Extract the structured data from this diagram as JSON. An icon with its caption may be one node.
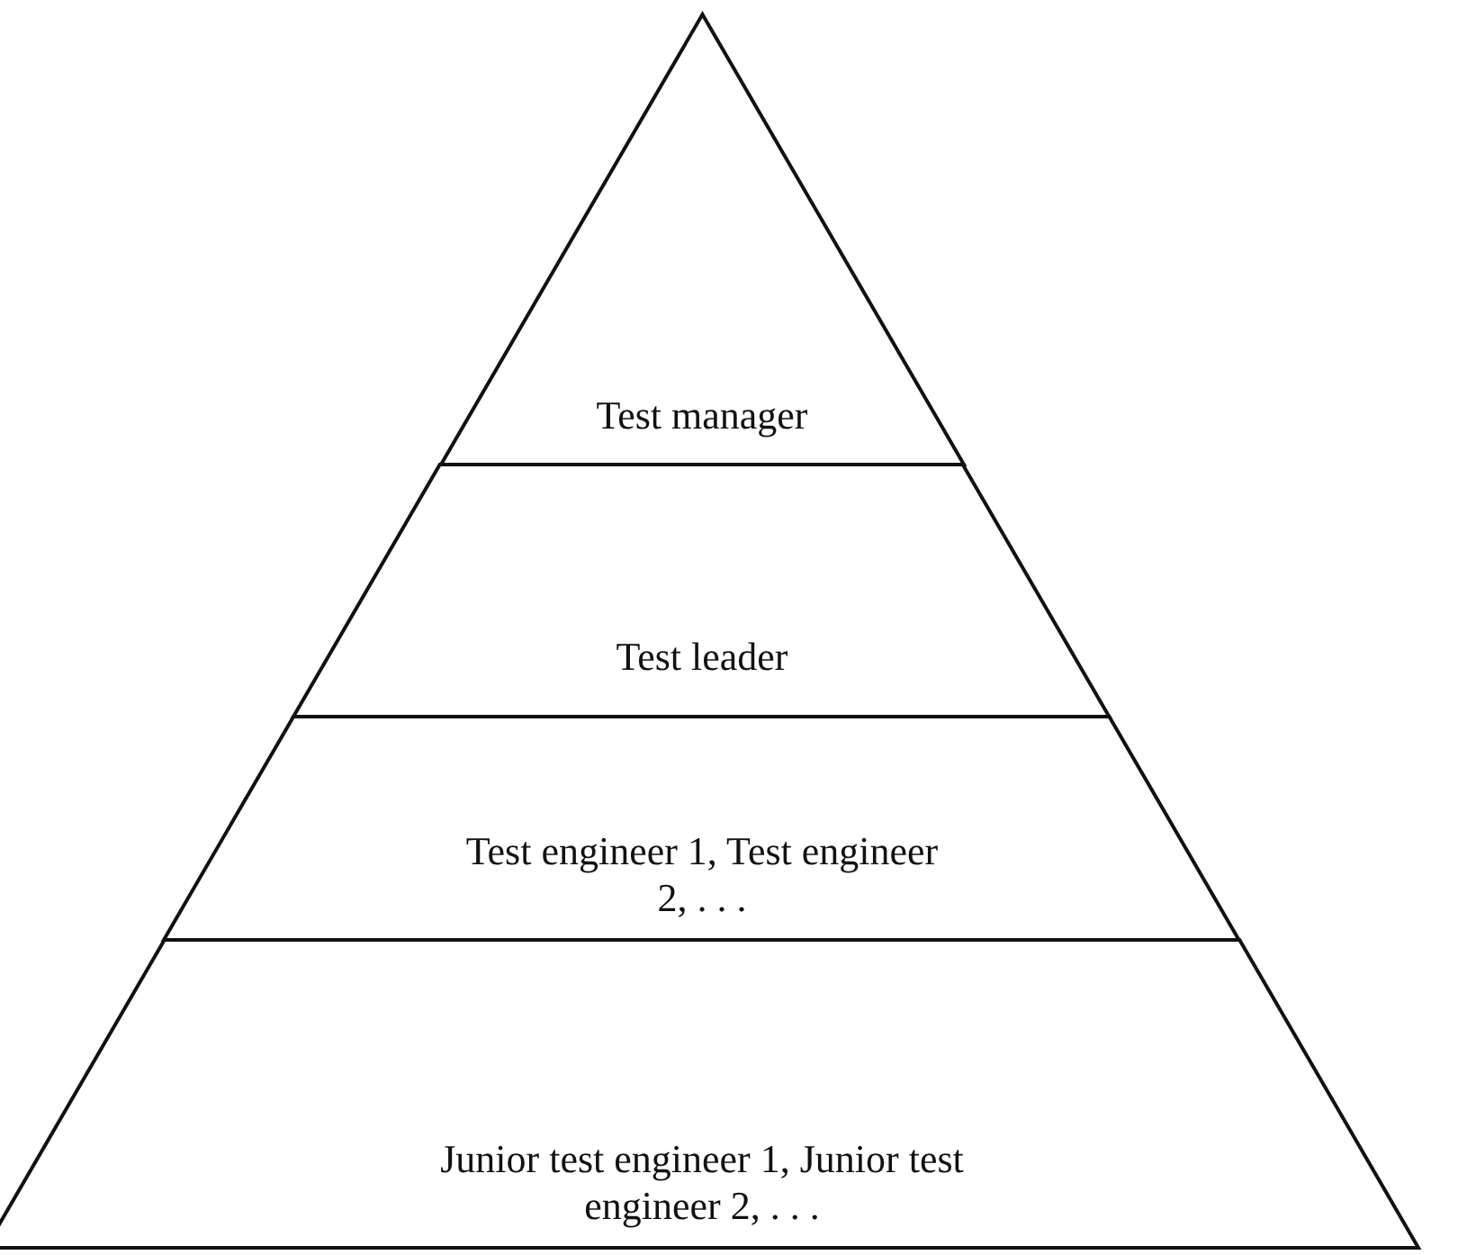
{
  "diagram": {
    "nodes": [
      {
        "text": [
          "Test manager"
        ]
      },
      {
        "text": [
          "Test leader"
        ]
      },
      {
        "text": [
          "Test engineer 1, Test engineer 2, . . ."
        ]
      },
      {
        "text": [
          "Junior test engineer 1, Junior test engineer 2, . . ."
        ]
      }
    ]
  }
}
